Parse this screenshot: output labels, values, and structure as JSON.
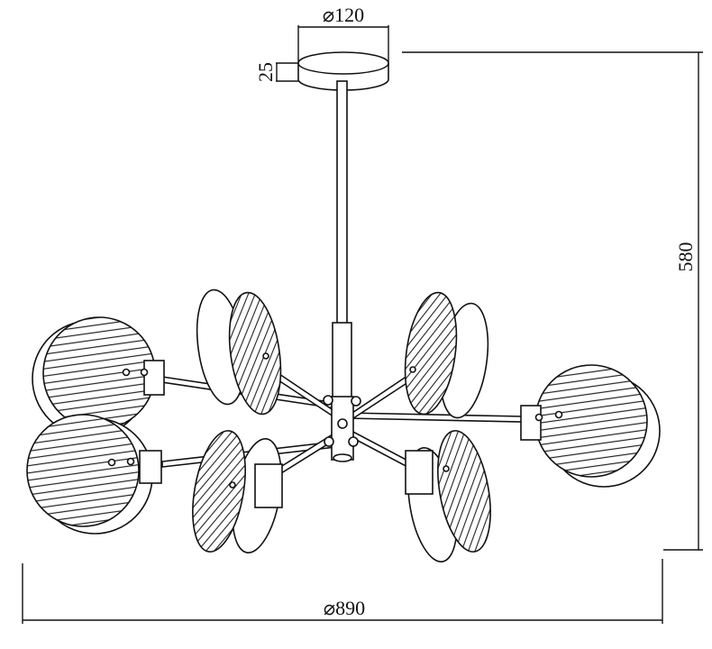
{
  "dimensions": {
    "canopy_diameter": "⌀120",
    "canopy_height": "25",
    "total_height": "580",
    "total_diameter": "⌀890"
  }
}
